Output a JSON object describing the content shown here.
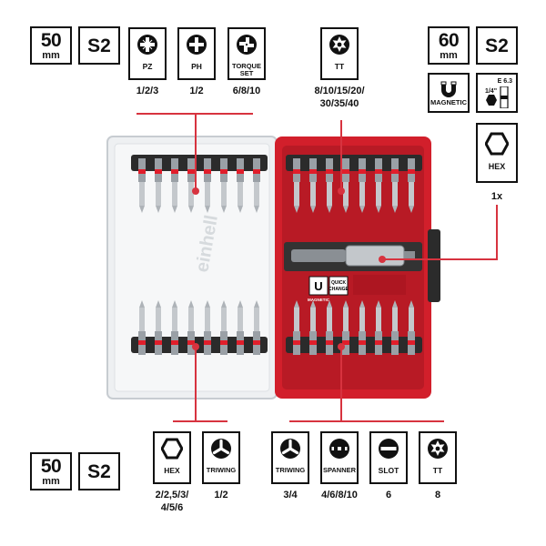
{
  "specs_top_left": {
    "length_value": "50",
    "length_unit": "mm",
    "steel": "S2"
  },
  "specs_top_right": {
    "length_value": "60",
    "length_unit": "mm",
    "steel": "S2",
    "magnetic_label": "MAGNETIC",
    "holder_spec": "E 6.3",
    "holder_hex_size": "1/4\""
  },
  "specs_bottom_left": {
    "length_value": "50",
    "length_unit": "mm",
    "steel": "S2"
  },
  "top_bits": [
    {
      "type": "PZ",
      "icon": "pozidriv-icon",
      "sizes": "1/2/3"
    },
    {
      "type": "PH",
      "icon": "phillips-icon",
      "sizes": "1/2"
    },
    {
      "type": "TORQUE SET",
      "icon": "torque-set-icon",
      "sizes": "6/8/10"
    },
    {
      "type": "TT",
      "icon": "torx-tamper-icon",
      "sizes": "8/10/15/20/ 30/35/40"
    }
  ],
  "holder": {
    "type": "HEX",
    "icon": "hex-icon",
    "count": "1x"
  },
  "bottom_bits": [
    {
      "type": "HEX",
      "icon": "hex-icon",
      "sizes": "2/2,5/3/ 4/5/6"
    },
    {
      "type": "TRIWING",
      "icon": "triwing-icon",
      "sizes": "1/2"
    },
    {
      "type": "TRIWING",
      "icon": "triwing-icon",
      "sizes": "3/4"
    },
    {
      "type": "SPANNER",
      "icon": "spanner-icon",
      "sizes": "4/6/8/10"
    },
    {
      "type": "SLOT",
      "icon": "slot-icon",
      "sizes": "6"
    },
    {
      "type": "TT",
      "icon": "torx-tamper-icon",
      "sizes": "8"
    }
  ],
  "case": {
    "magnetic_label": "MAGNETIC",
    "quick_change_label": "QUICK CHANGE",
    "brand_mark": "einhell"
  },
  "colors": {
    "accent_red": "#d7333f",
    "case_red": "#d21f2b",
    "clear_case": "#e9ecef",
    "insert_dark": "#2b2b2b"
  }
}
